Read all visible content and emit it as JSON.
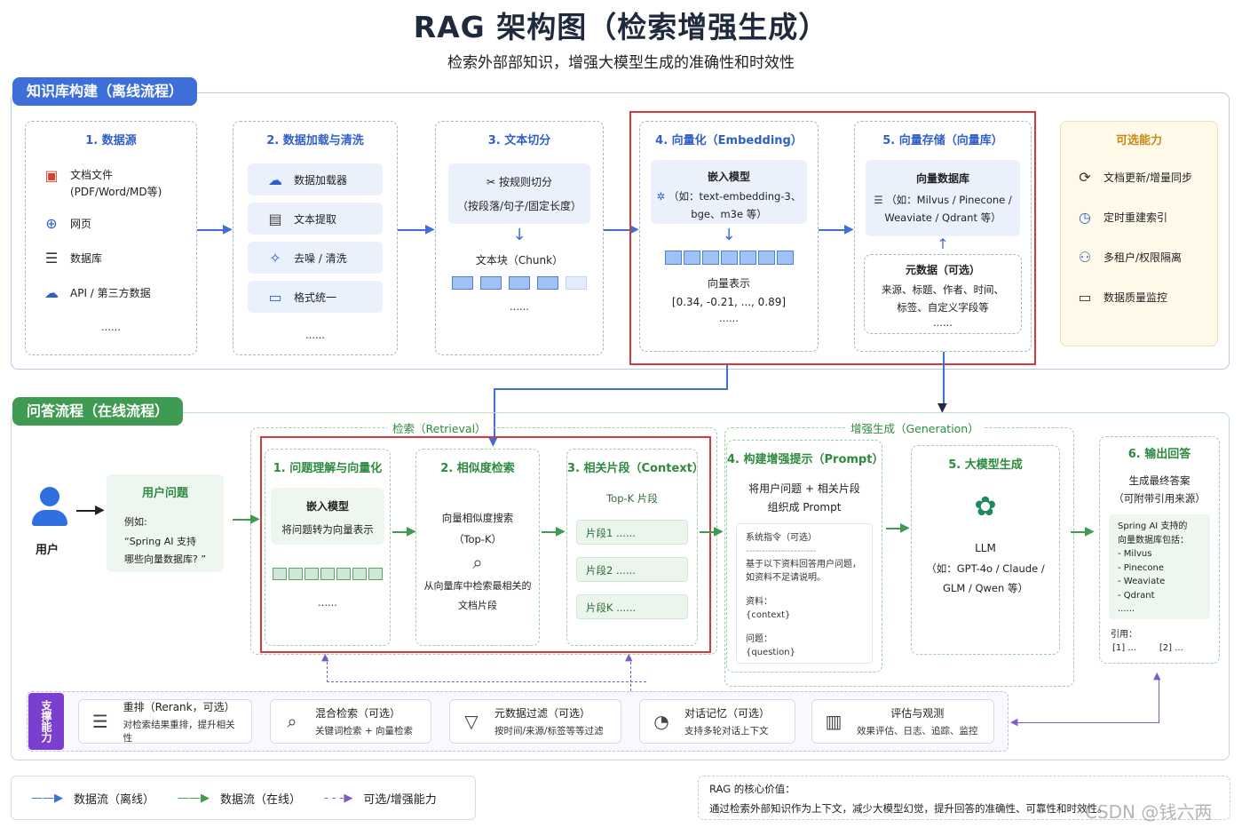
{
  "title": "RAG 架构图（检索增强生成）",
  "subtitle": "检索外部部知识，增强大模型生成的准确性和时效性",
  "offline": {
    "label": "知识库构建（离线流程）",
    "s1": {
      "title": "1. 数据源",
      "items": [
        {
          "icon": "pdf-icon",
          "text": "文档文件",
          "sub": "(PDF/Word/MD等)"
        },
        {
          "icon": "globe-icon",
          "text": "网页"
        },
        {
          "icon": "database-icon",
          "text": "数据库"
        },
        {
          "icon": "cloud-icon",
          "text": "API / 第三方数据"
        }
      ],
      "more": "......"
    },
    "s2": {
      "title": "2. 数据加载与清洗",
      "items": [
        "数据加载器",
        "文本提取",
        "去噪 / 清洗",
        "格式统一"
      ],
      "more": "......"
    },
    "s3": {
      "title": "3. 文本切分",
      "card1": "按规则切分",
      "card2": "（按段落/句子/固定长度）",
      "chunk": "文本块（Chunk）",
      "more": "......"
    },
    "s4": {
      "title": "4. 向量化（Embedding）",
      "model": "嵌入模型",
      "model_desc1": "（如：text-embedding-3、",
      "model_desc2": "bge、m3e 等）",
      "vec": "向量表示",
      "vec_val": "[0.34, -0.21, ..., 0.89]",
      "more": "......"
    },
    "s5": {
      "title": "5. 向量存储（向量库）",
      "db": "向量数据库",
      "db_desc1": "（如：Milvus / Pinecone /",
      "db_desc2": "Weaviate / Qdrant 等）",
      "meta": "元数据（可选）",
      "meta_desc1": "来源、标题、作者、时间、",
      "meta_desc2": "标签、自定义字段等",
      "more": "......"
    },
    "opt": {
      "title": "可选能力",
      "items": [
        "文档更新/增量同步",
        "定时重建索引",
        "多租户/权限隔离",
        "数据质量监控"
      ]
    }
  },
  "online": {
    "label": "问答流程（在线流程）",
    "retrieval_label": "检索（Retrieval）",
    "generation_label": "增强生成（Generation）",
    "user": "用户",
    "question": {
      "title": "用户问题",
      "example": "例如:",
      "q1": "“Spring AI 支持",
      "q2": "哪些向量数据库? ”"
    },
    "r1": {
      "title": "1. 问题理解与向量化",
      "model": "嵌入模型",
      "desc": "将问题转为向量表示",
      "more": "......"
    },
    "r2": {
      "title": "2. 相似度检索",
      "t1": "向量相似度搜索",
      "t2": "（Top-K）",
      "d1": "从向量库中检索最相关的",
      "d2": "文档片段"
    },
    "r3": {
      "title": "3. 相关片段（Context）",
      "topk": "Top-K 片段",
      "frags": [
        "片段1 ......",
        "片段2 ......",
        "片段K ......"
      ]
    },
    "g4": {
      "title": "4. 构建增强提示（Prompt）",
      "d1": "将用户问题 + 相关片段",
      "d2": "组织成 Prompt",
      "sys": "系统指令（可选）",
      "sep": "----------------------",
      "l1": "基于以下资料回答用户问题，",
      "l2": "如资料不足请说明。",
      "l3": "资料：",
      "l4": "{context}",
      "l5": "问题：",
      "l6": "{question}"
    },
    "g5": {
      "title": "5. 大模型生成",
      "llm": "LLM",
      "d1": "（如：GPT-4o / Claude /",
      "d2": "GLM / Qwen 等）"
    },
    "out": {
      "title": "6. 输出回答",
      "d1": "生成最终答案",
      "d2": "（可附带引用来源）",
      "a1": "Spring AI 支持的",
      "a2": "向量数据库包括：",
      "a3": "- Milvus",
      "a4": "- Pinecone",
      "a5": "- Weaviate",
      "a6": "- Qdrant",
      "a7": "......",
      "ref": "引用：",
      "r1": "[1] ...",
      "r2": "[2] ..."
    }
  },
  "support": {
    "label": "支撑能力",
    "items": [
      {
        "icon": "rerank-icon",
        "t1": "重排（Rerank，可选）",
        "t2": "对检索结果重排，提升相关性"
      },
      {
        "icon": "search-icon",
        "t1": "混合检索（可选）",
        "t2": "关键词检索 + 向量检索"
      },
      {
        "icon": "filter-icon",
        "t1": "元数据过滤（可选）",
        "t2": "按时间/来源/标签等等过滤"
      },
      {
        "icon": "chat-icon",
        "t1": "对话记忆（可选）",
        "t2": "支持多轮对话上下文"
      },
      {
        "icon": "bar-chart-icon",
        "t1": "评估与观测",
        "t2": "效果评估、日志、追踪、监控"
      }
    ]
  },
  "legend": {
    "offline": "数据流（离线）",
    "online": "数据流（在线）",
    "optional": "可选/增强能力"
  },
  "core": {
    "title": "RAG 的核心价值：",
    "text": "通过检索外部知识作为上下文，减少大模型幻觉，提升回答的准确性、可靠性和时效性。"
  },
  "watermark": "CSDN @钱六两"
}
